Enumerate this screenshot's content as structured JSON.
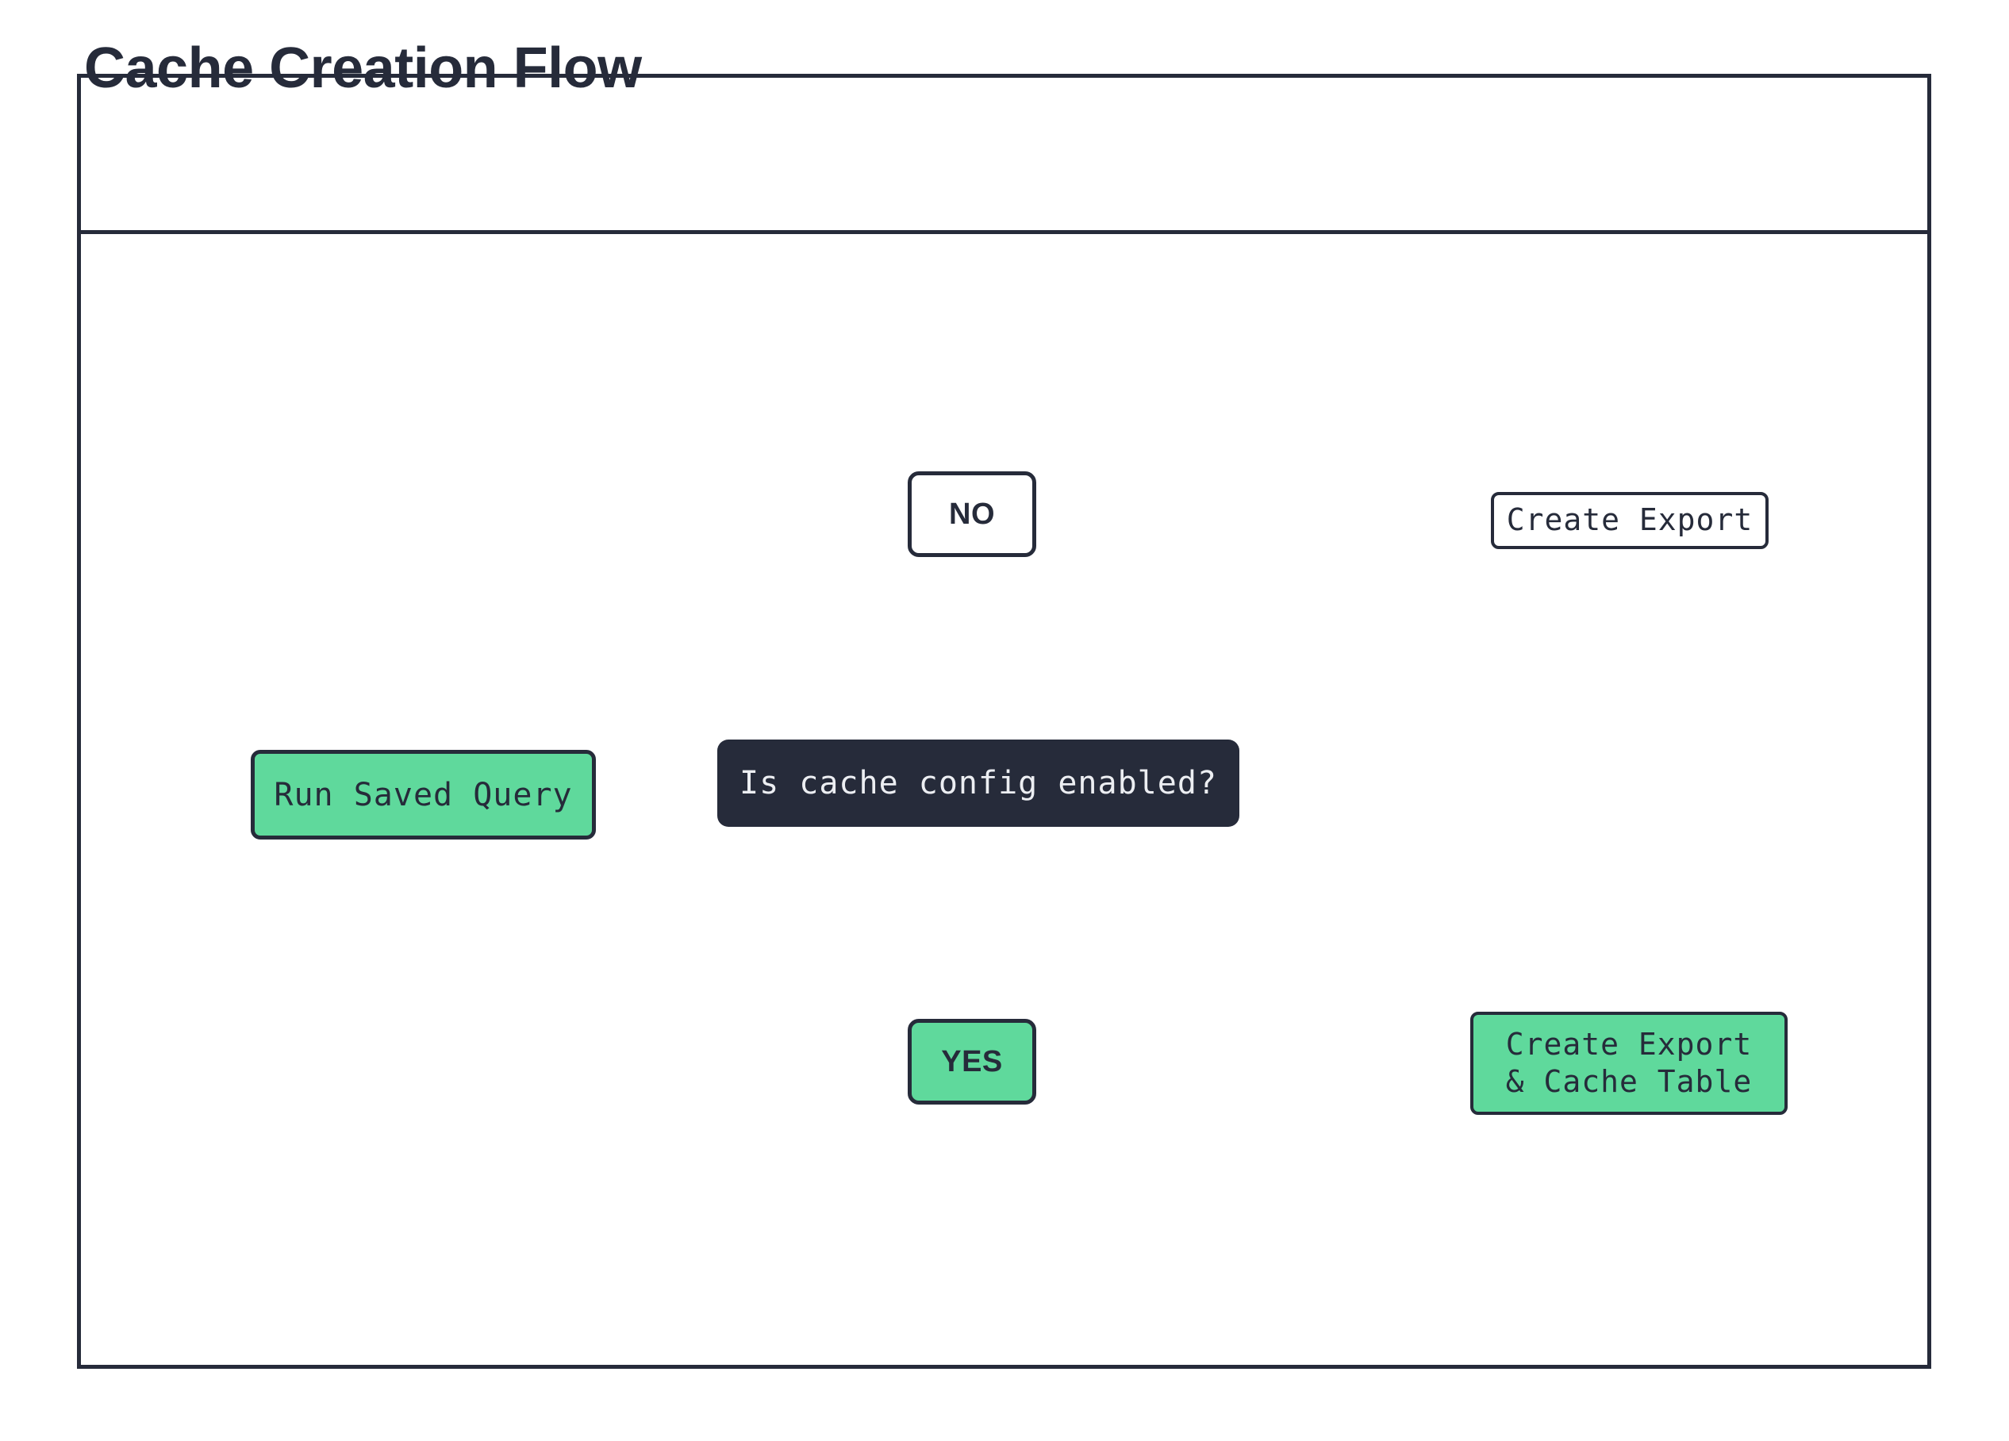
{
  "diagram": {
    "title": "Cache Creation Flow",
    "type": "flowchart",
    "colors": {
      "stroke": "#262b3a",
      "accent_green": "#5fd99c",
      "dark_fill": "#262b3a",
      "light_text": "#eceef2",
      "background": "#ffffff"
    },
    "nodes": {
      "saved_query": {
        "label": "Run Saved Query",
        "shape": "rounded-rect",
        "fill": "green"
      },
      "decision": {
        "label": "Is cache config enabled?",
        "shape": "rounded-rect",
        "fill": "dark"
      },
      "branch_no": {
        "label": "NO",
        "shape": "rounded-rect",
        "fill": "white"
      },
      "branch_yes": {
        "label": "YES",
        "shape": "rounded-rect",
        "fill": "green"
      },
      "database_top": {
        "shape": "cylinder",
        "label": "Create Export",
        "label_fill": "white"
      },
      "database_bottom": {
        "shape": "cylinder",
        "label_line1": "Create Export",
        "label_line2": "& Cache Table",
        "label": "Create Export\n& Cache Table",
        "label_fill": "green"
      }
    },
    "edges": [
      {
        "from": "saved_query",
        "to": "decision",
        "label": ""
      },
      {
        "from": "decision",
        "to": "branch_no",
        "label": ""
      },
      {
        "from": "decision",
        "to": "branch_yes",
        "label": ""
      },
      {
        "from": "branch_no",
        "to": "database_top",
        "label": ""
      },
      {
        "from": "branch_yes",
        "to": "database_bottom",
        "label": ""
      }
    ]
  }
}
